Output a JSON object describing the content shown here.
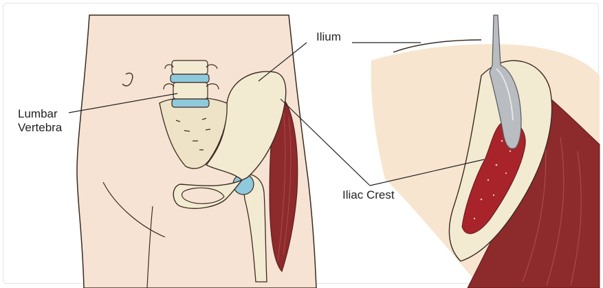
{
  "labels": {
    "ilium": "Ilium",
    "lumbar_line1": "Lumbar",
    "lumbar_line2": "Vertebra",
    "iliac_crest": "Iliac Crest"
  },
  "colors": {
    "skin": "#f6e3d3",
    "skin_outline": "#3a2a22",
    "bone": "#f3ead2",
    "bone_shadow": "#e6d6b3",
    "disc": "#8fc9dc",
    "muscle": "#8c2a2c",
    "muscle_light": "#b0484a",
    "marrow": "#a8242a",
    "instrument": "#b9bcc0",
    "leader": "#222222"
  }
}
